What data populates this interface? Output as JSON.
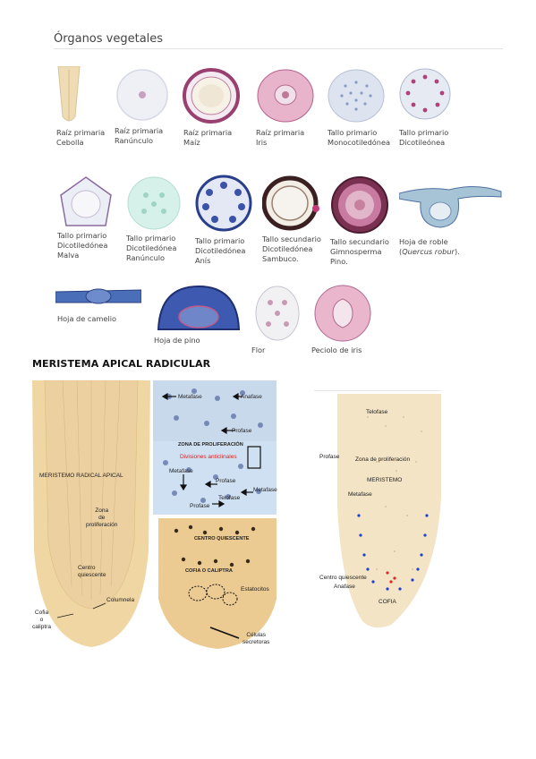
{
  "section": {
    "title": "Órganos vegetales"
  },
  "specimens": [
    {
      "line1": "Raíz primaria",
      "line2": "Cebolla"
    },
    {
      "line1": "Raíz primaria",
      "line2": "Ranúnculo"
    },
    {
      "line1": "Raíz primaria",
      "line2": "Maíz"
    },
    {
      "line1": "Raíz primaria",
      "line2": "Iris"
    },
    {
      "line1": "Tallo primario",
      "line2": "Monocotiledónea"
    },
    {
      "line1": "Tallo primario",
      "line2": "Dicotileónea"
    },
    {
      "line1": "Tallo primario",
      "line2": "Dicotiledónea",
      "line3": "Malva"
    },
    {
      "line1": "Tallo primario",
      "line2": "Dicotiledónea",
      "line3": "Ranúnculo"
    },
    {
      "line1": "Tallo primario",
      "line2": "Dicotiledónea",
      "line3": "Anís"
    },
    {
      "line1": "Tallo secundario",
      "line2": "Dicotiledónea",
      "line3": "Sambuco."
    },
    {
      "line1": "Tallo secundario",
      "line2": "Gimnosperma",
      "line3": "Pino."
    },
    {
      "line1": "Hoja de roble",
      "line2_pre": "(",
      "line2_italic": "Quercus robur",
      "line2_post": ")."
    },
    {
      "line1": "Hoja de camelio"
    },
    {
      "line1": "Hoja de pino"
    },
    {
      "line1": "Flor"
    },
    {
      "line1": "Peciolo de iris"
    }
  ],
  "meristem": {
    "title": "MERISTEMA APICAL RADICULAR",
    "left": {
      "heading": "MERISTEMO RADICAL APICAL",
      "zona1": "Zona",
      "zona2": "de",
      "zona3": "proliferación",
      "centro1": "Centro",
      "centro2": "quiescente",
      "columnela": "Columnela",
      "cofia1": "Cofia",
      "cofia2": "o",
      "cofia3": "caliptra"
    },
    "middle": {
      "metafase_a": "Metafase",
      "anafase": "Anafase",
      "profase_a": "Profase",
      "zona_prolif": "ZONA DE PROLIFERACIÓN",
      "division": "Divisiones anticlinales",
      "metafase_b": "Metafase",
      "profase_b": "Profase",
      "metafase_c": "Metafase",
      "telofase": "Telofase",
      "profase_c": "Profase",
      "centro_q": "CENTRO QUIESCENTE",
      "cofia_cal": "COFIA O CALIPTRA",
      "estatocitos": "Estatocitos",
      "celulas1": "Células",
      "celulas2": "secretoras"
    },
    "right": {
      "telofase": "Telofase",
      "profase": "Profase",
      "zona": "Zona de proliferación",
      "meristemo": "MERISTEMO",
      "metafase": "Metafase",
      "centro": "Centro quiescente",
      "anafase": "Anafase",
      "cofia": "COFIA"
    }
  }
}
